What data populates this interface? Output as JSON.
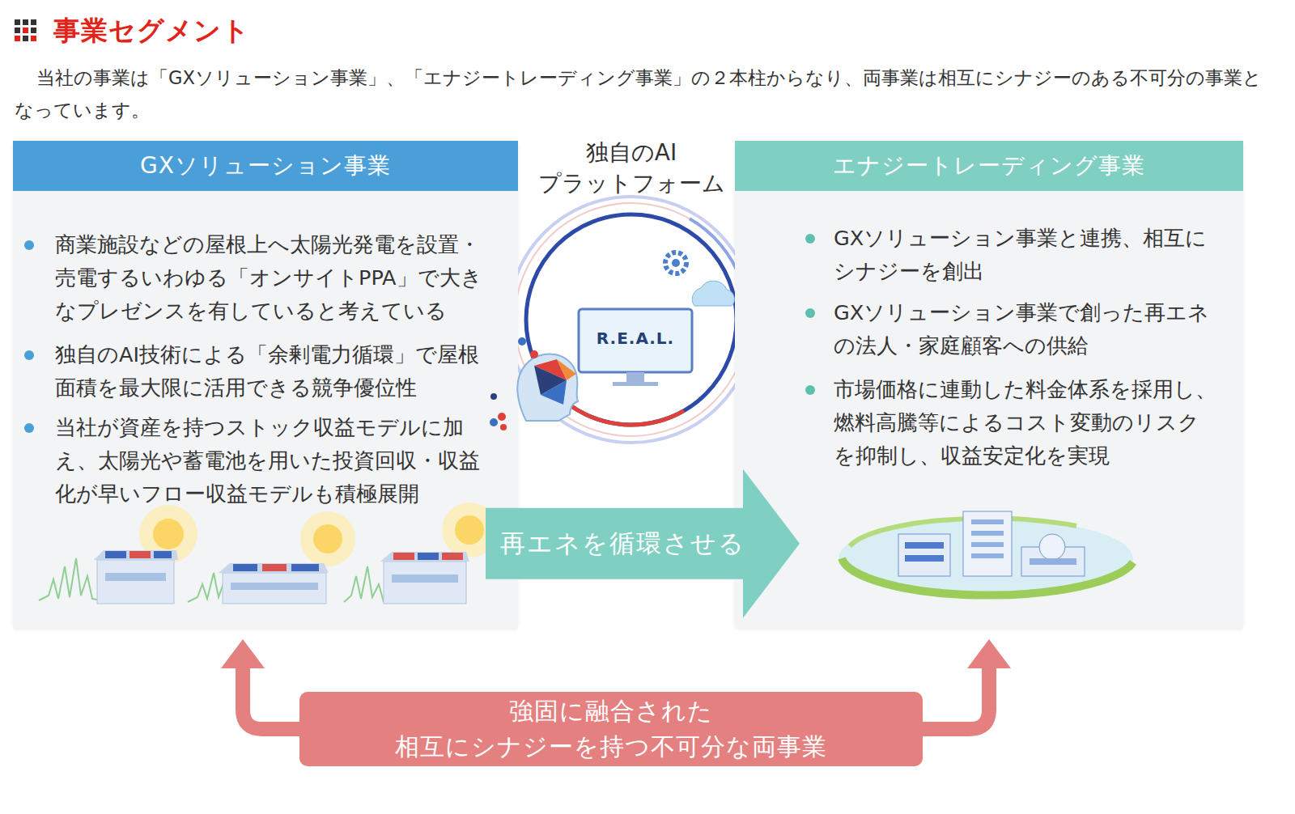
{
  "diagram": {
    "title": "事業セグメント",
    "nodes": [
      {
        "text": [
          "GXソリューション事業",
          "商業施設などの屋根上へ太陽光発電を設置・売電するいわゆる「オンサイトPPA」で大きなプレゼンスを有していると考えている",
          "独自のAI技術による「余剰電力循環」で屋根面積を最大限に活用できる競争優位性",
          "当社が資産を持つストック収益モデルに加え、太陽光や蓄電池を用いた投資回収・収益化が早いフロー収益モデルも積極展開"
        ]
      },
      {
        "text": [
          "独自のAI プラットフォーム",
          "R.E.A.L."
        ]
      },
      {
        "text": [
          "エナジートレーディング事業",
          "GXソリューション事業と連携、相互にシナジーを創出",
          "GXソリューション事業で創った再エネの法人・家庭顧客への供給",
          "市場価格に連動した料金体系を採用し、燃料高騰等によるコスト変動のリスクを抑制し、収益安定化を実現"
        ]
      },
      {
        "text": [
          "強固に融合された 相互にシナジーを持つ不可分な両事業"
        ]
      }
    ],
    "edges": [
      {
        "from": 0,
        "to": 2,
        "label": "再エネを循環させる",
        "arrow": "to"
      },
      {
        "from": 3,
        "to": 0,
        "arrow": "to"
      },
      {
        "from": 3,
        "to": 2,
        "arrow": "to"
      }
    ],
    "labels": [
      "当社の事業は「GXソリューション事業」、「エナジートレーディング事業」の２本柱からなり、両事業は相互にシナジーのある不可分の事業となっています。"
    ]
  }
}
